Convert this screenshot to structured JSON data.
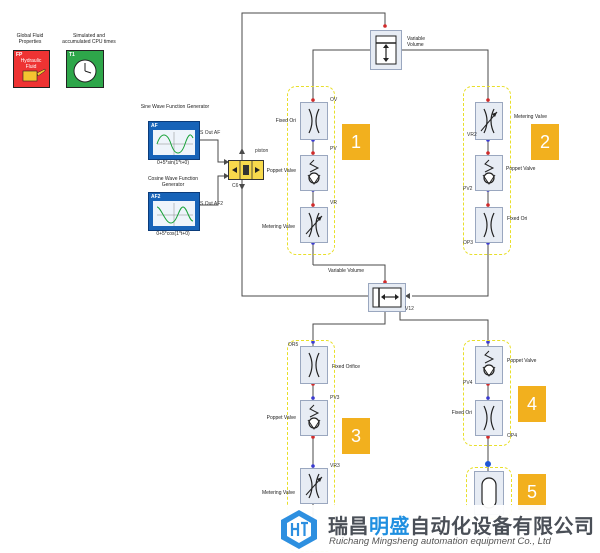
{
  "global": {
    "fluid_props_label": "Global Fluid Properties",
    "fluid_icon_tag": "FP",
    "fluid_icon_text": "Hydraulic Fluid",
    "cpu_label": "Simulated and accumulated CPU times",
    "cpu_icon_tag": "T1"
  },
  "functions": {
    "sine_title": "Sine Wave Function Generator",
    "sine_tag": "AF",
    "sine_port": "S Out AF",
    "sine_formula": "0+5*sin(1*t+0)",
    "cos_title": "Cosine Wave Function Generator",
    "cos_tag": "AF2",
    "cos_port": "S Out AF2",
    "cos_formula": "0+5*cos(1*t+0)"
  },
  "actuator": {
    "label": "piston",
    "port": "C6"
  },
  "volumes": {
    "top_label": "Variable Volume",
    "mid_label": "Variable Volume",
    "mid_port": "V12"
  },
  "group1": {
    "badge": "1",
    "orifice_label": "Fixed Ori",
    "orifice_port": "OV",
    "poppet_label": "Poppet Valve",
    "poppet_port": "PV",
    "metering_label": "Metering Valve",
    "metering_port": "VR"
  },
  "group2": {
    "badge": "2",
    "metering_label": "Metering Valve",
    "metering_port": "VR2",
    "poppet_label": "Poppet Valve",
    "poppet_port": "PV2",
    "orifice_label": "Fixed Ori",
    "orifice_port": "OP3"
  },
  "group3": {
    "badge": "3",
    "orifice_label": "Fixed Orifice",
    "orifice_port": "OR5",
    "poppet_label": "Poppet Valve",
    "poppet_port": "PV3",
    "metering_label": "Metering Valve",
    "metering_port": "VR3"
  },
  "group4": {
    "badge": "4",
    "poppet_label": "Poppet Valve",
    "poppet_port": "PV4",
    "orifice_label": "Fixed Ori",
    "orifice_port": "OP4"
  },
  "group5": {
    "badge": "5"
  },
  "watermark": {
    "cn_prefix": "瑞昌",
    "cn_highlight": "明盛",
    "cn_suffix": "自动化设备有限公司",
    "en": "Ruichang Mingsheng automation equipment Co., Ltd"
  },
  "colors": {
    "badge": "#f2b01e",
    "dash": "#e8df2a",
    "function_block": "#1763b8",
    "highlight": "#1f8fe0"
  }
}
